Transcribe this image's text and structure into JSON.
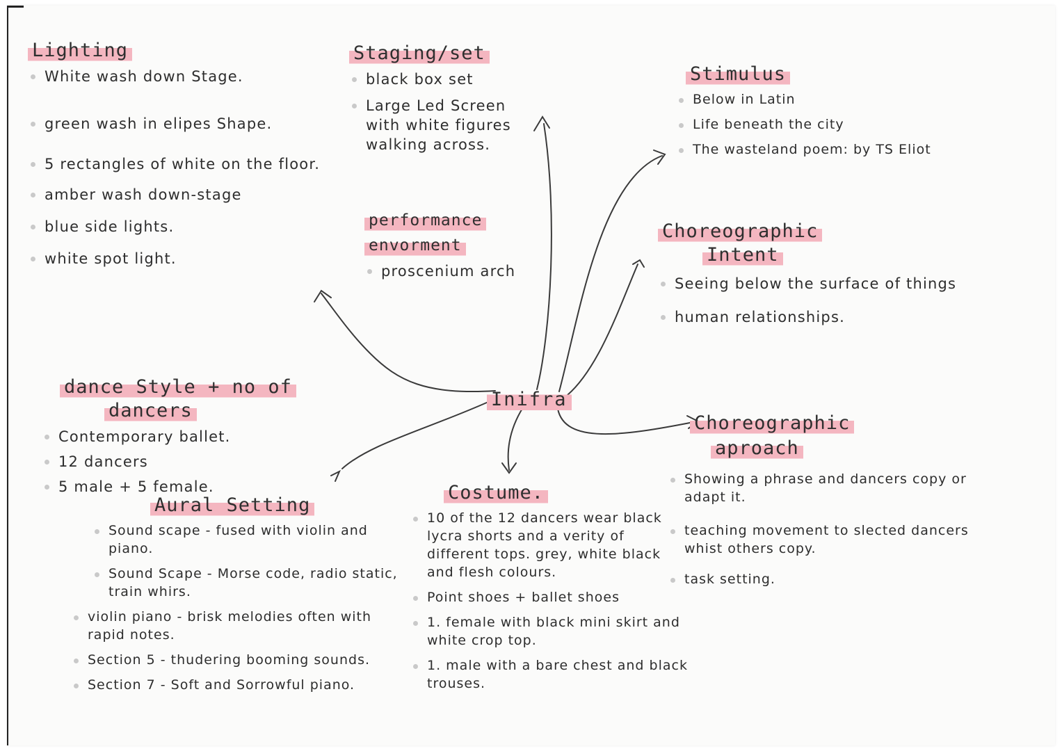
{
  "center": "Inifra",
  "colors": {
    "highlight": "#f4b6c0",
    "ink": "#2b2b2b"
  },
  "lighting": {
    "heading": "Lighting",
    "items": [
      "White wash down Stage.",
      "green wash in elipes Shape.",
      "5 rectangles of white on the floor.",
      "amber wash down-stage",
      "blue side lights.",
      "white spot light."
    ]
  },
  "staging": {
    "heading": "Staging/set",
    "items": [
      "black box set",
      "Large Led Screen with white figures walking across."
    ]
  },
  "performance": {
    "heading_line1": "performance",
    "heading_line2": "envorment",
    "items": [
      "proscenium arch"
    ]
  },
  "stimulus": {
    "heading": "Stimulus",
    "items": [
      "Below in Latin",
      "Life beneath the city",
      "The wasteland poem: by TS Eliot"
    ]
  },
  "intent": {
    "heading_line1": "Choreographic",
    "heading_line2": "Intent",
    "items": [
      "Seeing below the surface of things",
      "human relationships."
    ]
  },
  "dance_style": {
    "heading_line1": "dance Style + no of",
    "heading_line2": "dancers",
    "items": [
      "Contemporary ballet.",
      "12 dancers",
      "5 male + 5 female."
    ]
  },
  "aural": {
    "heading": "Aural Setting",
    "items": [
      "Sound scape - fused with violin and piano.",
      "Sound Scape - Morse code, radio static, train whirs.",
      "violin piano - brisk melodies often with rapid notes.",
      "Section 5 - thudering booming sounds.",
      "Section 7 - Soft and Sorrowful piano."
    ]
  },
  "costume": {
    "heading": "Costume.",
    "items": [
      "10 of the 12 dancers wear black lycra shorts and a verity of different tops. grey, white black and flesh colours.",
      "Point shoes + ballet shoes",
      "1. female with black mini skirt and white crop top.",
      "1. male with a bare chest and black trouses."
    ]
  },
  "approach": {
    "heading_line1": "Choreographic",
    "heading_line2": "aproach",
    "items": [
      "Showing a phrase and dancers copy or adapt it.",
      "teaching movement to slected dancers whist others copy.",
      "task setting."
    ]
  }
}
